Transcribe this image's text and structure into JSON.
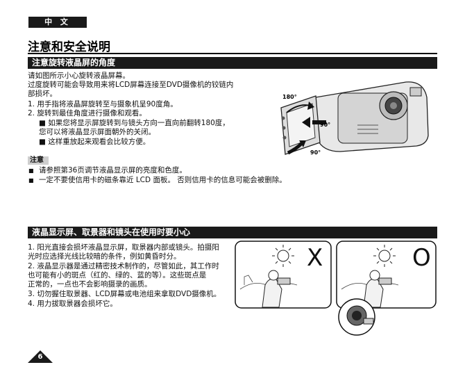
{
  "header": {
    "language_tab": "中 文",
    "page_title": "注意和安全说明"
  },
  "section1": {
    "heading": "注意旋转液晶屏的角度",
    "intro": [
      "请如图所示小心旋转液晶屏幕。",
      "过度旋转可能会导致用来将LCD屏幕连接至DVD摄像机的铰链内",
      "部损坏。"
    ],
    "items": [
      "1.  用手指将液晶屏旋转至与摄象机呈90度角。",
      "2.  旋转到最佳角度进行摄像和观看。"
    ],
    "subitems": [
      "■  如果您将显示屏旋转到与镜头方向一直向前翻转180度，",
      "    您可以将液晶显示屏面朝外的关闭。",
      "■  这样重放起来观看会比较方便。"
    ],
    "angle_labels": {
      "a180_top": "180°",
      "a90_right": "90°",
      "a90_bottom": "90°"
    }
  },
  "note": {
    "label": "注意",
    "items": [
      "请参照第36页调节液晶显示屏的亮度和色度。",
      "一定不要使信用卡的磁条靠近 LCD 面板。 否则信用卡的信息可能会被删除。"
    ]
  },
  "section2": {
    "heading": "液晶显示屏、取景器和镜头在使用时要小心",
    "items": [
      "1.  阳光直接会损坏液晶显示屏，取景器内部或镜头。拍摄阳",
      "    光时应选择光线比较暗的条件，例如黄昏时分。",
      "2.  液晶显示器是通过精密技术制作的，尽管如此，其工作时",
      "    也可能有小的斑点（红的、绿的、蓝的等）。这些斑点是",
      "    正常的，一点也不会影响摄录的画质。",
      "3.  切勿握住取景器、LCD屏幕或电池组来拿取DVD摄像机。",
      "4.  用力拔取景器会损坏它。"
    ],
    "wrong_mark": "X",
    "right_mark": "O"
  },
  "footer": {
    "page_number": "6"
  }
}
